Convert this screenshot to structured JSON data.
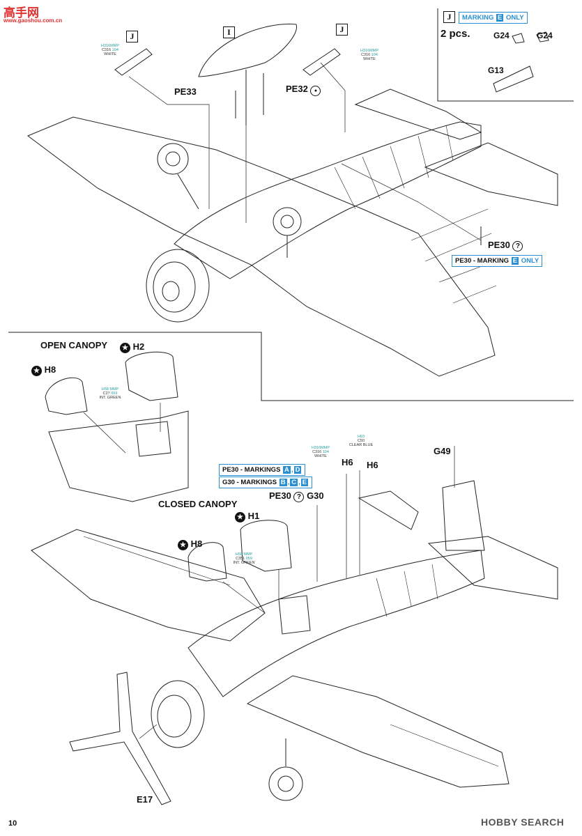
{
  "watermark": {
    "site_cn": "高手网",
    "url": "www.gaoshou.com.cn"
  },
  "inset": {
    "letter": "J",
    "marking_prefix": "MARKING",
    "marking_letter": "E",
    "marking_suffix": "ONLY",
    "qty": "2 pcs.",
    "parts": [
      "G24",
      "G24",
      "G13"
    ]
  },
  "top": {
    "letter_left": "J",
    "letter_center": "I",
    "letter_right": "J",
    "callout_left": {
      "ref": "H316",
      "mfr": "MMP",
      "code": "C316",
      "num": "104",
      "color": "WHITE"
    },
    "callout_right": {
      "ref": "H316",
      "mfr": "MMP",
      "code": "C316",
      "num": "104",
      "color": "WHITE"
    },
    "pe33": "PE33",
    "pe32": "PE32",
    "pe30": "PE30",
    "pe30_note_prefix": "PE30 - MARKING",
    "pe30_note_letter": "E",
    "pe30_note_suffix": "ONLY"
  },
  "bottom": {
    "open_canopy": "OPEN CANOPY",
    "closed_canopy": "CLOSED CANOPY",
    "h2": "H2",
    "h8_open": "H8",
    "h1": "H1",
    "h8_closed": "H8",
    "callout_open": {
      "ref": "H58",
      "mfr": "MMP",
      "code": "C27",
      "num": "059",
      "color": "INT. GREEN"
    },
    "callout_closed": {
      "ref": "H58",
      "mfr": "MMP",
      "code": "C351",
      "num": "059",
      "color": "INT. GREEN"
    },
    "callout_h6_white": {
      "ref": "H316",
      "mfr": "MMP",
      "code": "C316",
      "num": "104",
      "color": "WHITE"
    },
    "callout_h6_blue": {
      "ref": "H93",
      "code": "C50",
      "color": "CLEAR BLUE"
    },
    "h6_a": "H6",
    "h6_b": "H6",
    "g49": "G49",
    "pe30_markings_prefix": "PE30 - MARKINGS",
    "pe30_markings": [
      "A",
      "D"
    ],
    "g30_markings_prefix": "G30 - MARKINGS",
    "g30_markings": [
      "B",
      "C",
      "E"
    ],
    "pe30": "PE30",
    "g30": "G30",
    "e17": "E17"
  },
  "footer": {
    "page_number": "10",
    "brand": "HOBBY SEARCH"
  }
}
